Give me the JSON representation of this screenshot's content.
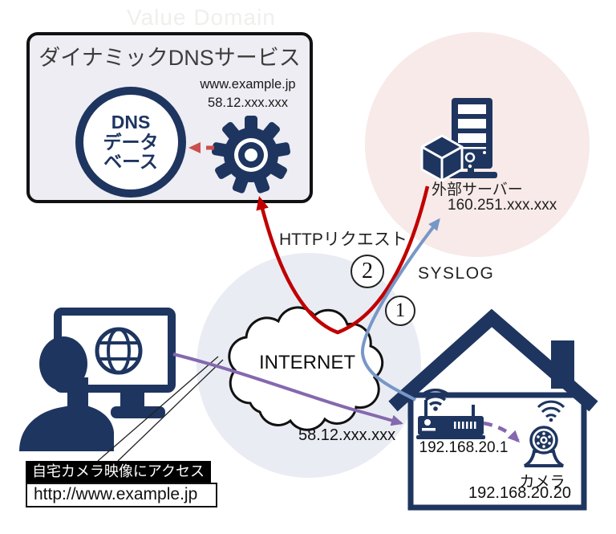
{
  "watermark": "Value Domain",
  "colors": {
    "navy": "#1e3560",
    "red": "#c00000",
    "soft_red": "#cc4f4d",
    "blue": "#7897c7",
    "purple": "#8568ae",
    "pink_circle": "#f7eae8",
    "lavender_circle": "#eaecf4",
    "box_bg": "#ededf3"
  },
  "ddns": {
    "title": "ダイナミックDNSサービス",
    "database": {
      "line1": "DNS",
      "line2": "データ",
      "line3": "ベース"
    },
    "hostname": "www.example.jp",
    "ip": "58.12.xxx.xxx"
  },
  "external_server": {
    "label": "外部サーバー",
    "ip": "160.251.xxx.xxx"
  },
  "internet": {
    "label": "INTERNET"
  },
  "flows": {
    "http_request": "HTTPリクエスト",
    "syslog": "SYSLOG",
    "step1": "1",
    "step2": "2"
  },
  "home": {
    "wan_ip": "58.12.xxx.xxx",
    "router_ip": "192.168.20.1",
    "camera": {
      "label": "カメラ",
      "ip": "192.168.20.20"
    }
  },
  "user": {
    "action": "自宅カメラ映像にアクセス",
    "url": "http://www.example.jp"
  }
}
